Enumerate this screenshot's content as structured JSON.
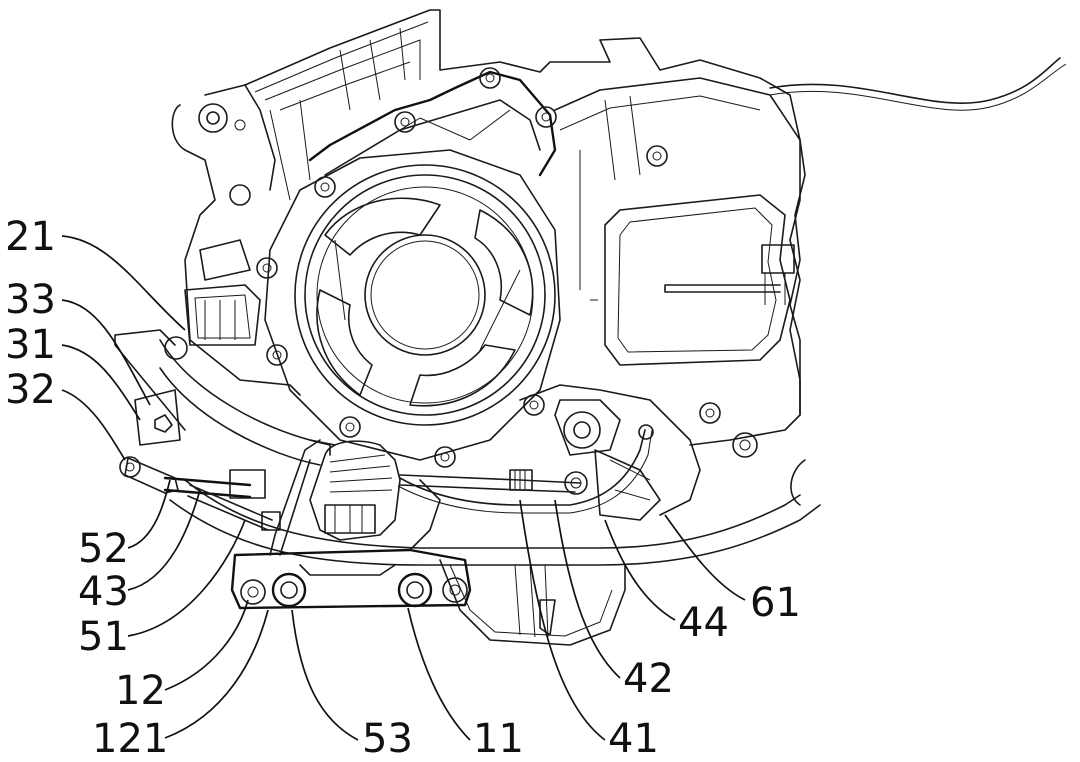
{
  "labels": {
    "l21": "21",
    "l33": "33",
    "l31": "31",
    "l32": "32",
    "l52": "52",
    "l43": "43",
    "l51": "51",
    "l12": "12",
    "l121": "121",
    "l53": "53",
    "l11": "11",
    "l41": "41",
    "l42": "42",
    "l44": "44",
    "l61": "61"
  }
}
